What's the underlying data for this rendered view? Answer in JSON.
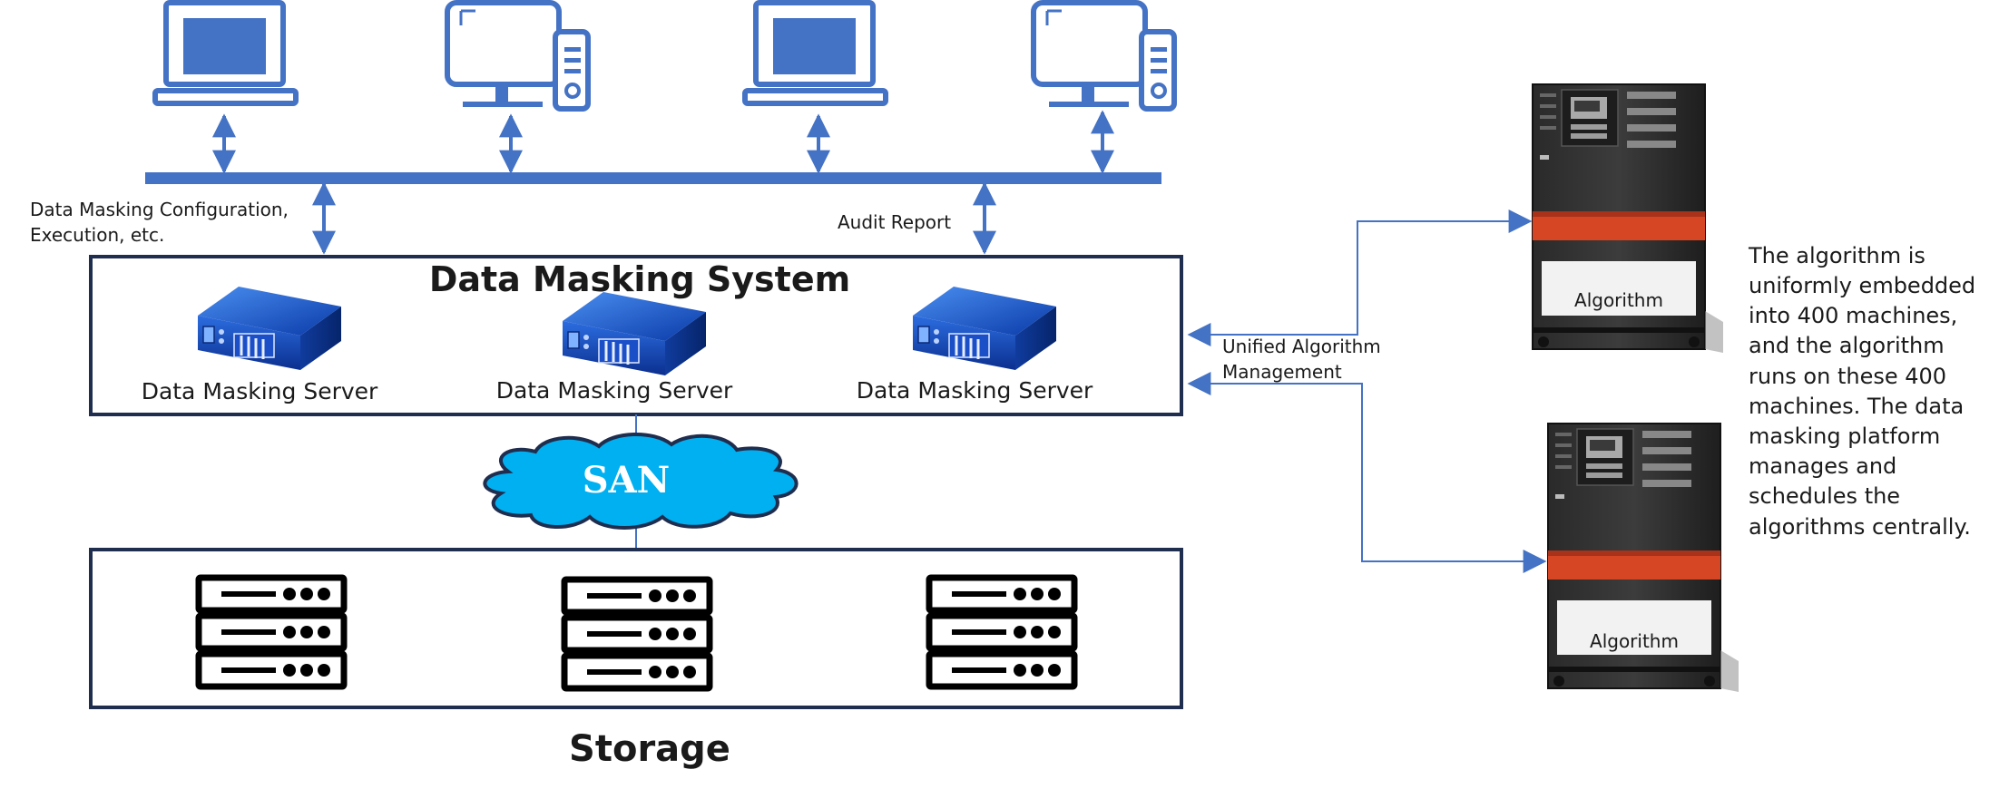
{
  "labels": {
    "config": [
      "Data Masking Configuration,",
      "Execution, etc."
    ],
    "audit": "Audit Report",
    "system_title": "Data Masking System",
    "server_label": "Data Masking Server",
    "san": "SAN",
    "storage": "Storage",
    "unified": [
      "Unified Algorithm",
      "Management"
    ],
    "algorithm_label": "Algorithm",
    "description": [
      "The algorithm is",
      "uniformly embedded",
      "into 400 machines,",
      "and the algorithm",
      "runs on these 400",
      "machines. The data",
      "masking platform",
      "manages and",
      "schedules the",
      "algorithms centrally."
    ]
  },
  "colors": {
    "accent_blue": "#4472c4",
    "frame": "#1f2d4e",
    "san_cloud": "#00b0f0",
    "machine_panel": "#d64524"
  },
  "icons": {
    "clients": [
      "laptop-icon",
      "desktop-computer-icon",
      "laptop-icon",
      "desktop-computer-icon"
    ],
    "servers": [
      "rack-server-icon",
      "rack-server-icon",
      "rack-server-icon"
    ],
    "storage": [
      "storage-array-icon",
      "storage-array-icon",
      "storage-array-icon"
    ],
    "machines": [
      "ibm-machine-icon",
      "ibm-machine-icon"
    ]
  }
}
